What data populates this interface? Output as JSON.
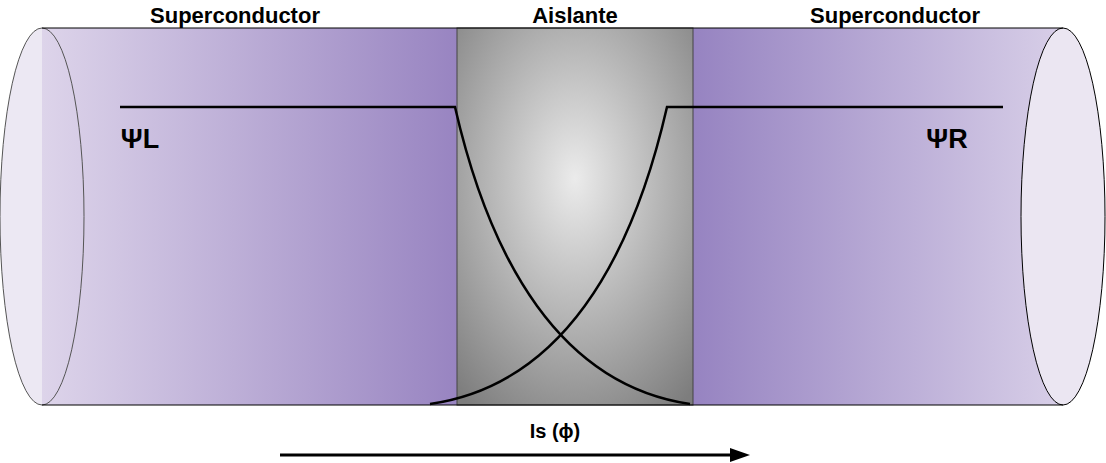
{
  "diagram": {
    "nodes": [
      {
        "text": [
          "Superconductor",
          "ΨL"
        ]
      },
      {
        "text": [
          "Aislante"
        ]
      },
      {
        "text": [
          "Superconductor",
          "ΨR"
        ]
      }
    ],
    "labels": [
      "Is (ϕ)"
    ]
  }
}
